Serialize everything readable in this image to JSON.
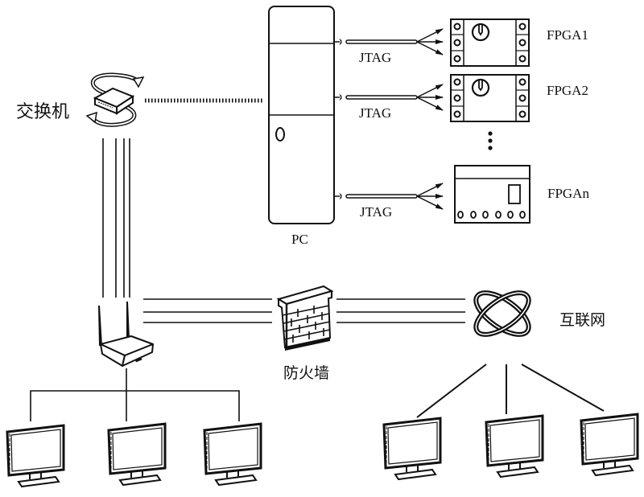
{
  "diagram": {
    "title": "FPGA remote network topology",
    "nodes": {
      "switch": {
        "label": "交换机",
        "icon": "network-switch-icon"
      },
      "pc": {
        "label": "PC",
        "icon": "pc-tower-icon"
      },
      "router": {
        "label": "",
        "icon": "wireless-router-icon"
      },
      "firewall": {
        "label": "防火墙",
        "icon": "brick-firewall-icon"
      },
      "internet": {
        "label": "互联网",
        "icon": "internet-globe-icon"
      },
      "fpgas": [
        {
          "label": "FPGA1",
          "icon": "fpga-board-icon"
        },
        {
          "label": "FPGA2",
          "icon": "fpga-board-icon"
        },
        {
          "label": "FPGAn",
          "icon": "fpga-board-icon"
        }
      ],
      "ellipsis": "⋮",
      "local_clients": 3,
      "remote_clients": 3
    },
    "links": {
      "jtag": [
        "JTAG",
        "JTAG",
        "JTAG"
      ],
      "switch_to_pc": "hatched",
      "switch_to_router": "parallel-lines",
      "router_to_firewall": "parallel-lines",
      "firewall_to_internet": "parallel-lines"
    }
  }
}
